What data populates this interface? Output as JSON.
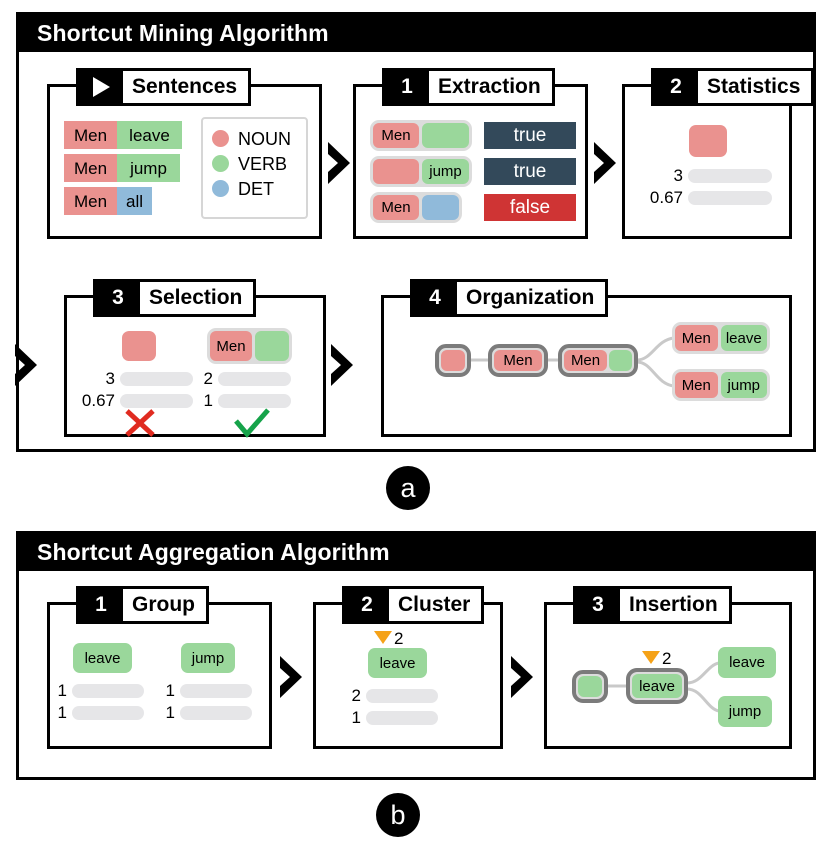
{
  "figure": {
    "subfigure_a_label": "a",
    "subfigure_b_label": "b"
  },
  "algorithms": [
    {
      "id": "mining",
      "title": "Shortcut Mining Algorithm",
      "steps": [
        {
          "num": "▶",
          "num_is_play": true,
          "name": "Sentences"
        },
        {
          "num": "1",
          "name": "Extraction"
        },
        {
          "num": "2",
          "name": "Statistics"
        },
        {
          "num": "3",
          "name": "Selection"
        },
        {
          "num": "4",
          "name": "Organization"
        }
      ]
    },
    {
      "id": "aggregation",
      "title": "Shortcut Aggregation Algorithm",
      "steps": [
        {
          "num": "1",
          "name": "Group"
        },
        {
          "num": "2",
          "name": "Cluster"
        },
        {
          "num": "3",
          "name": "Insertion"
        }
      ]
    }
  ],
  "sentences": {
    "rows": [
      {
        "word1": "Men",
        "pos1": "NOUN",
        "word2": "leave",
        "pos2": "VERB"
      },
      {
        "word1": "Men",
        "pos1": "NOUN",
        "word2": "jump",
        "pos2": "VERB"
      },
      {
        "word1": "Men",
        "pos1": "NOUN",
        "word2": "all",
        "pos2": "DET"
      }
    ],
    "legend": [
      {
        "label": "NOUN",
        "color": "#ea928f"
      },
      {
        "label": "VERB",
        "color": "#9ad79b"
      },
      {
        "label": "DET",
        "color": "#90bada"
      }
    ]
  },
  "extraction": {
    "rows": [
      {
        "left": "Men",
        "left_pos": "NOUN",
        "right": "",
        "right_pos": "VERB",
        "value": "true"
      },
      {
        "left": "",
        "left_pos": "NOUN",
        "right": "jump",
        "right_pos": "VERB",
        "value": "true"
      },
      {
        "left": "Men",
        "left_pos": "NOUN",
        "right": "",
        "right_pos": "DET",
        "value": "false"
      }
    ]
  },
  "statistics": {
    "token": {
      "text": "",
      "pos": "NOUN"
    },
    "bars": [
      {
        "label": "3",
        "fill_pct": 100
      },
      {
        "label": "0.67",
        "fill_pct": 67
      }
    ]
  },
  "selection": {
    "candidates": [
      {
        "token_parts": [
          {
            "text": "",
            "pos": "NOUN"
          }
        ],
        "bars": [
          {
            "label": "3",
            "fill_pct": 100
          },
          {
            "label": "0.67",
            "fill_pct": 67
          }
        ],
        "verdict": "reject",
        "verdict_symbol": "✕"
      },
      {
        "token_parts": [
          {
            "text": "Men",
            "pos": "NOUN"
          },
          {
            "text": "",
            "pos": "VERB"
          }
        ],
        "bars": [
          {
            "label": "2",
            "fill_pct": 68
          },
          {
            "label": "1",
            "fill_pct": 100
          }
        ],
        "verdict": "accept",
        "verdict_symbol": "✓"
      }
    ],
    "reject_color": "#e02b20",
    "accept_color": "#16a34a"
  },
  "organization": {
    "nodes": [
      {
        "id": "root",
        "parts": [
          {
            "text": "",
            "pos": "NOUN"
          }
        ]
      },
      {
        "id": "n1",
        "parts": [
          {
            "text": "Men",
            "pos": "NOUN"
          }
        ]
      },
      {
        "id": "n2",
        "parts": [
          {
            "text": "Men",
            "pos": "NOUN"
          },
          {
            "text": "",
            "pos": "VERB"
          }
        ]
      }
    ],
    "leaves": [
      {
        "parts": [
          {
            "text": "Men",
            "pos": "NOUN"
          },
          {
            "text": "leave",
            "pos": "VERB"
          }
        ]
      },
      {
        "parts": [
          {
            "text": "Men",
            "pos": "NOUN"
          },
          {
            "text": "jump",
            "pos": "VERB"
          }
        ]
      }
    ]
  },
  "group": {
    "columns": [
      {
        "token": {
          "text": "leave",
          "pos": "VERB"
        },
        "bars": [
          {
            "label": "1",
            "fill_pct": 28
          },
          {
            "label": "1",
            "fill_pct": 100
          }
        ]
      },
      {
        "token": {
          "text": "jump",
          "pos": "VERB"
        },
        "bars": [
          {
            "label": "1",
            "fill_pct": 28
          },
          {
            "label": "1",
            "fill_pct": 100
          }
        ]
      }
    ]
  },
  "cluster": {
    "badge_count": "2",
    "badge_color": "#f5a218",
    "token": {
      "text": "leave",
      "pos": "VERB"
    },
    "bars": [
      {
        "label": "2",
        "fill_pct": 66
      },
      {
        "label": "1",
        "fill_pct": 100
      }
    ]
  },
  "insertion": {
    "badge_count": "2",
    "badge_color": "#f5a218",
    "root": {
      "text": "",
      "pos": "VERB"
    },
    "center": {
      "text": "leave",
      "pos": "VERB"
    },
    "leaves": [
      {
        "text": "leave",
        "pos": "VERB"
      },
      {
        "text": "jump",
        "pos": "VERB"
      }
    ]
  },
  "palette": {
    "noun": "#ea928f",
    "verb": "#9ad79b",
    "det": "#90bada",
    "bar_fill": "#33495a",
    "bar_track": "#e6e6e8",
    "true_pill": "#33495a",
    "false_pill": "#cf3434",
    "accent_orange": "#f5a218"
  }
}
